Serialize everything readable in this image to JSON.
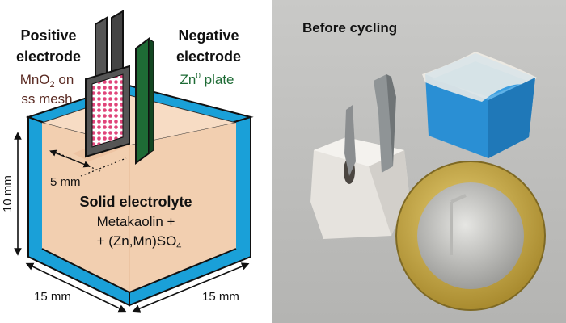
{
  "diagram": {
    "positive_electrode": {
      "title_line1": "Positive",
      "title_line2": "electrode",
      "material_prefix": "MnO",
      "material_sub": "2",
      "material_suffix": " on",
      "material_line2": "ss mesh"
    },
    "negative_electrode": {
      "title_line1": "Negative",
      "title_line2": "electrode",
      "material_prefix": "Zn",
      "material_sup": "0",
      "material_suffix": " plate"
    },
    "electrolyte": {
      "title": "Solid electrolyte",
      "line1": "Metakaolin +",
      "line2_prefix": "+ (Zn,Mn)SO",
      "line2_sub": "4"
    },
    "dimensions": {
      "depth": "5 mm",
      "height": "10 mm",
      "width_left": "15 mm",
      "width_right": "15 mm"
    },
    "colors": {
      "container_blue": "#1aa0d8",
      "electrolyte": "#f2cfb0",
      "mesh_pink": "#e0447a",
      "zinc_green": "#1e6b35",
      "dark_gray": "#555555"
    }
  },
  "photo": {
    "caption": "Before cycling",
    "coin_icon": "euro-coin-icon"
  }
}
